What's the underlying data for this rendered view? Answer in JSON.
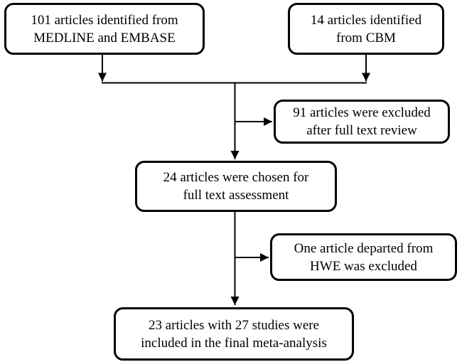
{
  "diagram": {
    "type": "flowchart",
    "background_color": "#ffffff",
    "line_color": "#000000",
    "text_color": "#000000",
    "nodes": [
      {
        "id": "medline-embase",
        "lines": [
          "101 articles identified from",
          "MEDLINE and EMBASE"
        ]
      },
      {
        "id": "cbm",
        "lines": [
          "14 articles identified",
          "from CBM"
        ]
      },
      {
        "id": "excluded-91",
        "lines": [
          "91 articles were excluded",
          "after full text review"
        ]
      },
      {
        "id": "chosen-24",
        "lines": [
          "24 articles were chosen for",
          "full text assessment"
        ]
      },
      {
        "id": "hwe-excluded",
        "lines": [
          "One article departed from",
          "HWE was excluded"
        ]
      },
      {
        "id": "final-23",
        "lines": [
          "23 articles with 27 studies were",
          "included in the final meta-analysis"
        ]
      }
    ],
    "edges": [
      {
        "from": "medline-embase",
        "to": "merge-line"
      },
      {
        "from": "cbm",
        "to": "merge-line"
      },
      {
        "from": "merge-line",
        "to": "chosen-24"
      },
      {
        "from": "merge-line",
        "to": "excluded-91"
      },
      {
        "from": "chosen-24",
        "to": "final-23"
      },
      {
        "from": "chosen-24",
        "to": "hwe-excluded"
      }
    ]
  }
}
